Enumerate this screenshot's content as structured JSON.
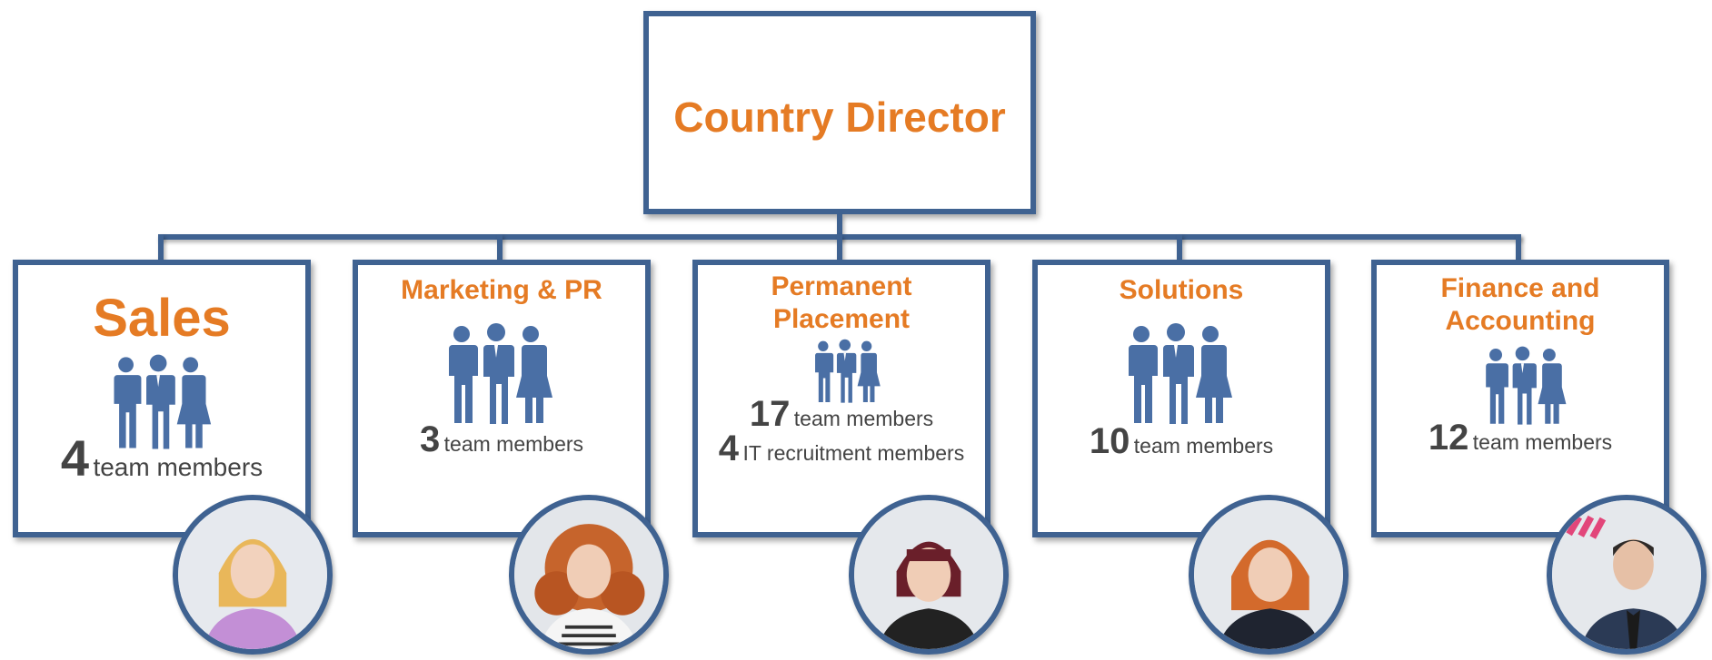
{
  "director": {
    "title": "Country Director"
  },
  "departments": [
    {
      "name_line1": "Sales",
      "count": "4",
      "count_label": "team members"
    },
    {
      "name_line1": "Marketing & PR",
      "count": "3",
      "count_label": "team members"
    },
    {
      "name_line1": "Permanent",
      "name_line2": "Placement",
      "count": "17",
      "count_label": "team members",
      "count2": "4",
      "count2_label": "IT recruitment members"
    },
    {
      "name_line1": "Solutions",
      "count": "10",
      "count_label": "team members"
    },
    {
      "name_line1": "Finance and",
      "name_line2": "Accounting",
      "count": "12",
      "count_label": "team members"
    }
  ],
  "colors": {
    "accent": "#e57b24",
    "border": "#3f6291",
    "icon": "#4a6fa5",
    "text": "#444444"
  },
  "icons": [
    "team-icon",
    "person-photo"
  ]
}
